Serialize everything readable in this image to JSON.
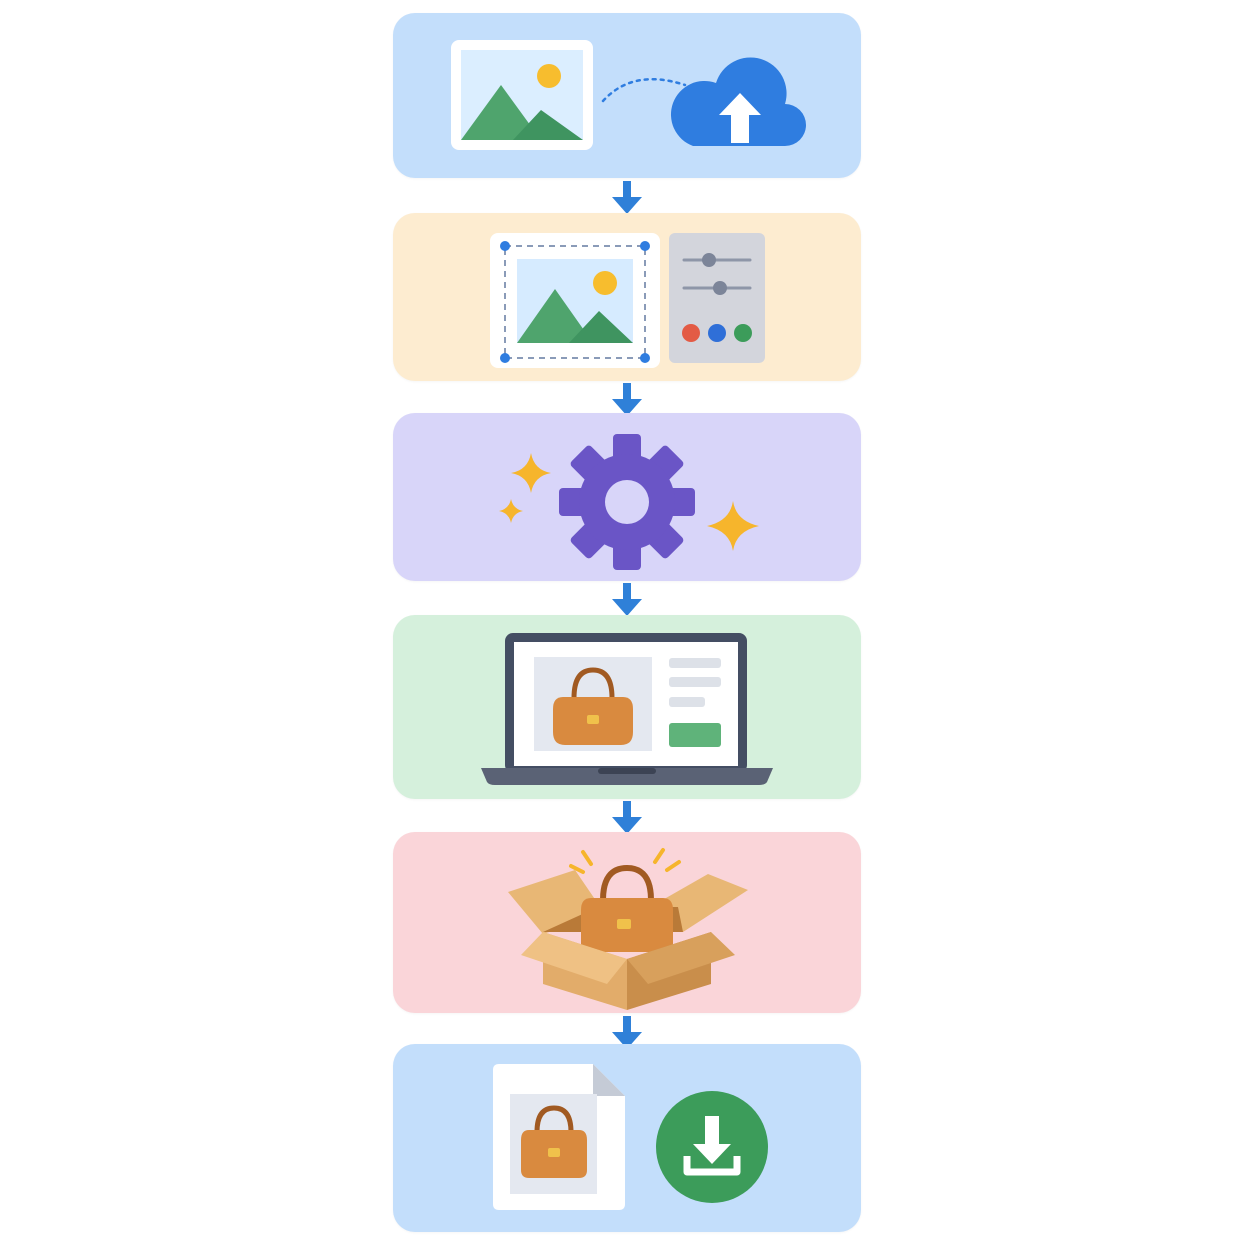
{
  "diagram": {
    "type": "vertical-flow",
    "steps": [
      {
        "id": "upload",
        "icons": [
          "image-icon",
          "dotted-path",
          "cloud-upload-icon"
        ],
        "background": "#c3defb"
      },
      {
        "id": "edit",
        "icons": [
          "image-selection-icon",
          "adjustment-panel-icon"
        ],
        "background": "#fdecd0"
      },
      {
        "id": "process",
        "icons": [
          "gear-icon",
          "sparkle-icon"
        ],
        "background": "#d8d5f9"
      },
      {
        "id": "preview",
        "icons": [
          "laptop-icon",
          "handbag-icon"
        ],
        "background": "#d5f0dc"
      },
      {
        "id": "package",
        "icons": [
          "open-box-icon",
          "handbag-icon"
        ],
        "background": "#fad5d9"
      },
      {
        "id": "download",
        "icons": [
          "document-icon",
          "handbag-icon",
          "download-icon"
        ],
        "background": "#c3defb"
      }
    ],
    "connector": {
      "icon": "arrow-down-icon",
      "color": "#2f80d8"
    }
  },
  "colors": {
    "mountain_dark": "#4fa46d",
    "mountain_light": "#6fbf86",
    "sun": "#f7bd2e",
    "cloud": "#2f7de0",
    "gear": "#6a55c6",
    "sparkle": "#f6b52c",
    "bag": "#d98a3f",
    "box": "#e2ac6a",
    "download_circle": "#3c9c5a"
  }
}
